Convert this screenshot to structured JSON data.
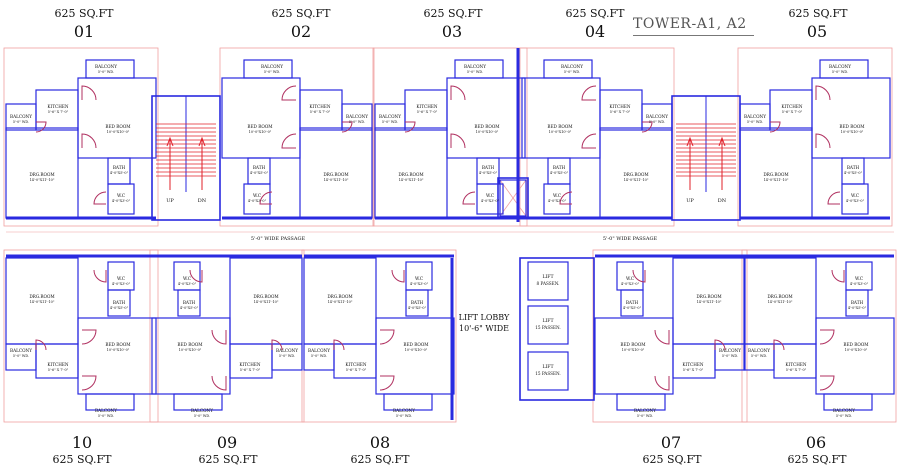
{
  "title": "TOWER-A1, A2",
  "units": [
    {
      "no": "01",
      "area": "625 SQ.FT"
    },
    {
      "no": "02",
      "area": "625 SQ.FT"
    },
    {
      "no": "03",
      "area": "625 SQ.FT"
    },
    {
      "no": "04",
      "area": "625 SQ.FT"
    },
    {
      "no": "05",
      "area": "625 SQ.FT"
    },
    {
      "no": "10",
      "area": "625 SQ.FT"
    },
    {
      "no": "09",
      "area": "625 SQ.FT"
    },
    {
      "no": "08",
      "area": "625 SQ.FT"
    },
    {
      "no": "07",
      "area": "625 SQ.FT"
    },
    {
      "no": "06",
      "area": "625 SQ.FT"
    }
  ],
  "rooms": {
    "balcony": "BALCONY",
    "kitchen": "KITCHEN",
    "bed_room": "BED ROOM",
    "bath": "BATH",
    "wc": "W.C",
    "drg_room": "DRG.ROOM",
    "balcony_dim": "5'-0\" WD.",
    "kitchen_dim": "5'-6\" X 7'-0\"",
    "bed_dim": "10'-0\"X10'-0\"",
    "drg_dim": "14'-0\"X11'-10\"",
    "bath_dim": "4'-0\"X5'-0\"",
    "wc_dim": "4'-0\"X3'-0\""
  },
  "stairs": {
    "up": "UP",
    "dn": "DN"
  },
  "passage": "5'-0\" WIDE PASSAGE",
  "lift_lobby": {
    "line1": "LIFT LOBBY",
    "line2": "10'-6\" WIDE"
  },
  "lifts": [
    {
      "name": "LIFT",
      "capacity": "8 PASSEN."
    },
    {
      "name": "LIFT",
      "capacity": "15 PASSEN."
    },
    {
      "name": "LIFT",
      "capacity": "15 PASSEN."
    }
  ],
  "colors": {
    "wall": "#2a2ae0",
    "wall_dark": "#1a1aa8",
    "door": "#b03060",
    "stair": "#e0202a",
    "outline": "#f0a0a0",
    "text": "#111111"
  }
}
